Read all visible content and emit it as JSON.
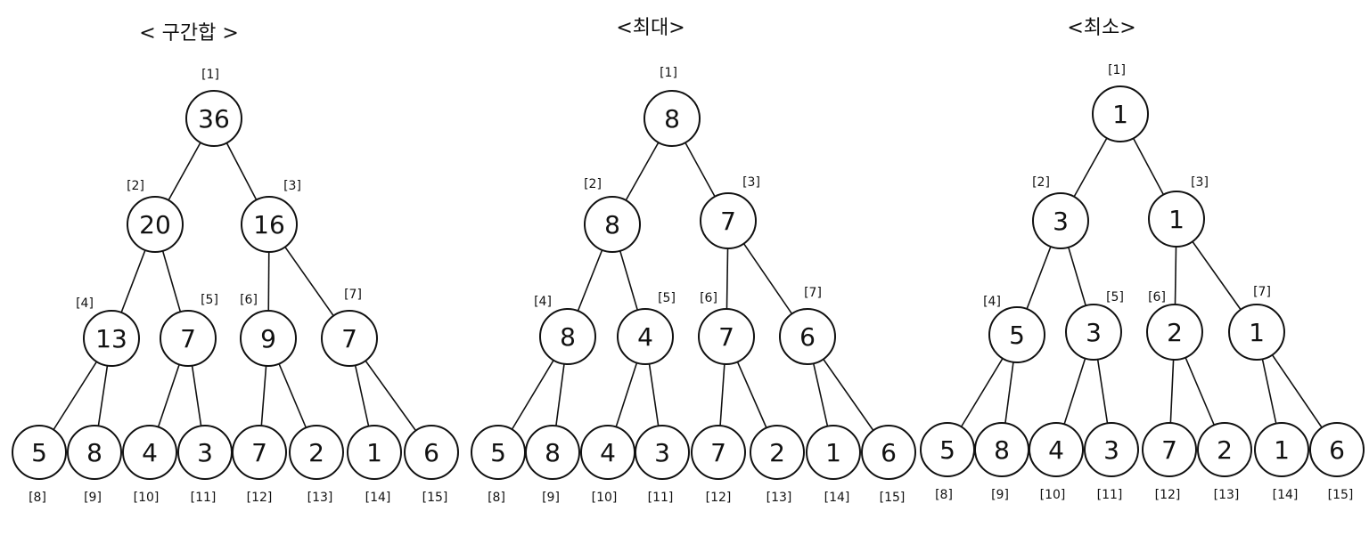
{
  "trees": [
    {
      "title": "< 구간합 >",
      "nodes": [
        {
          "index": "[1]",
          "value": "36"
        },
        {
          "index": "[2]",
          "value": "20"
        },
        {
          "index": "[3]",
          "value": "16"
        },
        {
          "index": "[4]",
          "value": "13"
        },
        {
          "index": "[5]",
          "value": "7"
        },
        {
          "index": "[6]",
          "value": "9"
        },
        {
          "index": "[7]",
          "value": "7"
        },
        {
          "index": "[8]",
          "value": "5"
        },
        {
          "index": "[9]",
          "value": "8"
        },
        {
          "index": "[10]",
          "value": "4"
        },
        {
          "index": "[11]",
          "value": "3"
        },
        {
          "index": "[12]",
          "value": "7"
        },
        {
          "index": "[13]",
          "value": "2"
        },
        {
          "index": "[14]",
          "value": "1"
        },
        {
          "index": "[15]",
          "value": "6"
        }
      ]
    },
    {
      "title": "<최대>",
      "nodes": [
        {
          "index": "[1]",
          "value": "8"
        },
        {
          "index": "[2]",
          "value": "8"
        },
        {
          "index": "[3]",
          "value": "7"
        },
        {
          "index": "[4]",
          "value": "8"
        },
        {
          "index": "[5]",
          "value": "4"
        },
        {
          "index": "[6]",
          "value": "7"
        },
        {
          "index": "[7]",
          "value": "6"
        },
        {
          "index": "[8]",
          "value": "5"
        },
        {
          "index": "[9]",
          "value": "8"
        },
        {
          "index": "[10]",
          "value": "4"
        },
        {
          "index": "[11]",
          "value": "3"
        },
        {
          "index": "[12]",
          "value": "7"
        },
        {
          "index": "[13]",
          "value": "2"
        },
        {
          "index": "[14]",
          "value": "1"
        },
        {
          "index": "[15]",
          "value": "6"
        }
      ]
    },
    {
      "title": "<최소>",
      "nodes": [
        {
          "index": "[1]",
          "value": "1"
        },
        {
          "index": "[2]",
          "value": "3"
        },
        {
          "index": "[3]",
          "value": "1"
        },
        {
          "index": "[4]",
          "value": "5"
        },
        {
          "index": "[5]",
          "value": "3"
        },
        {
          "index": "[6]",
          "value": "2"
        },
        {
          "index": "[7]",
          "value": "1"
        },
        {
          "index": "[8]",
          "value": "5"
        },
        {
          "index": "[9]",
          "value": "8"
        },
        {
          "index": "[10]",
          "value": "4"
        },
        {
          "index": "[11]",
          "value": "3"
        },
        {
          "index": "[12]",
          "value": "7"
        },
        {
          "index": "[13]",
          "value": "2"
        },
        {
          "index": "[14]",
          "value": "1"
        },
        {
          "index": "[15]",
          "value": "6"
        }
      ]
    }
  ]
}
